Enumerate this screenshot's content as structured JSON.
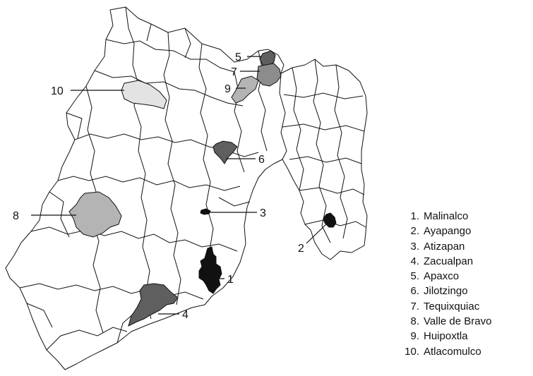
{
  "map": {
    "highlight_colors": {
      "black": "#111111",
      "dark_gray": "#5f5f5f",
      "mid_gray": "#8c8c8c",
      "light_gray": "#b4b4b4",
      "pale_gray": "#e3e3e3"
    },
    "municipalities": [
      {
        "number": "1",
        "name": "Malinalco",
        "shade": "black"
      },
      {
        "number": "2",
        "name": "Ayapango",
        "shade": "black"
      },
      {
        "number": "3",
        "name": "Atizapan",
        "shade": "black"
      },
      {
        "number": "4",
        "name": "Zacualpan",
        "shade": "dark_gray"
      },
      {
        "number": "5",
        "name": "Apaxco",
        "shade": "dark_gray"
      },
      {
        "number": "6",
        "name": "Jilotzingo",
        "shade": "dark_gray"
      },
      {
        "number": "7",
        "name": "Tequixquiac",
        "shade": "mid_gray"
      },
      {
        "number": "8",
        "name": "Valle de Bravo",
        "shade": "light_gray"
      },
      {
        "number": "9",
        "name": "Huipoxtla",
        "shade": "light_gray"
      },
      {
        "number": "10",
        "name": "Atlacomulco",
        "shade": "pale_gray"
      }
    ]
  }
}
